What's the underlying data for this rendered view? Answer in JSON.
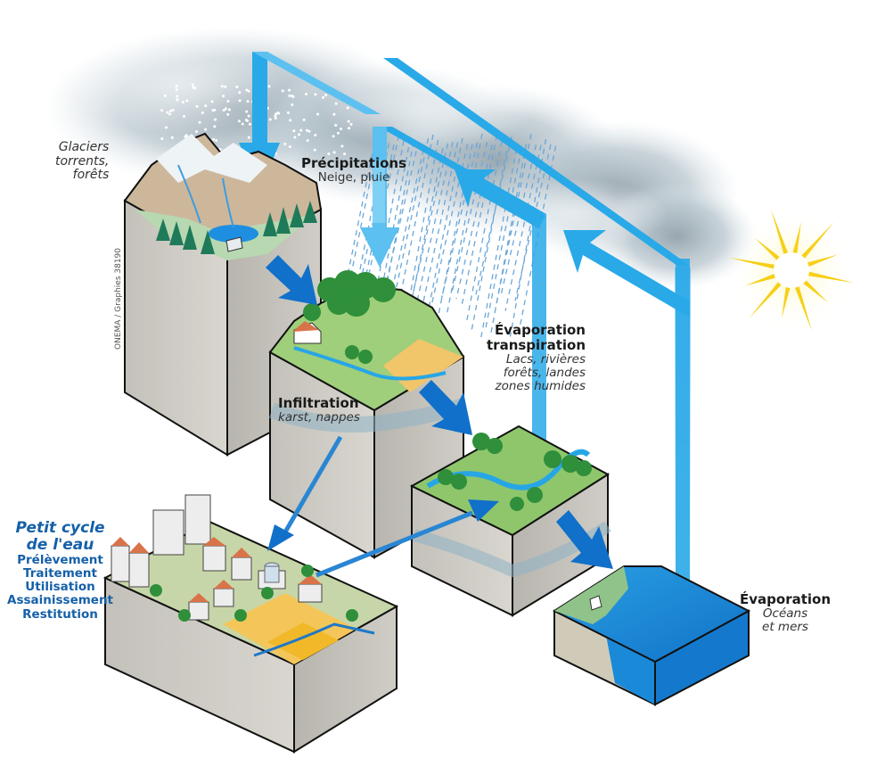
{
  "diagram": {
    "title": "Cycle de l'eau",
    "credit": "ONEMA / Graphies 38190",
    "labels": {
      "glaciers": {
        "line1": "Glaciers",
        "line2": "torrents,",
        "line3": "forêts"
      },
      "precipitations": {
        "title": "Précipitations",
        "subtitle": "Neige, pluie"
      },
      "evaporation_transpiration": {
        "title1": "Évaporation",
        "title2": "transpiration",
        "sub1": "Lacs, rivières",
        "sub2": "forêts, landes",
        "sub3": "zones humides"
      },
      "infiltration": {
        "title": "Infiltration",
        "subtitle": "karst, nappes"
      },
      "petit_cycle": {
        "heading1": "Petit cycle",
        "heading2": "de l'eau",
        "items": [
          "Prélèvement",
          "Traitement",
          "Utilisation",
          "Assainissement",
          "Restitution"
        ]
      },
      "evaporation_oceans": {
        "title": "Évaporation",
        "sub1": "Océans",
        "sub2": "et mers"
      }
    },
    "colors": {
      "arrow_light": "#29a9e8",
      "arrow_dark": "#0f6fc6",
      "petit_cycle_text": "#1560a8",
      "sun": "#f7cf17",
      "ocean": "#1b8fdc",
      "block_side": "#c9c7c0",
      "forest": "#2f8f3a"
    }
  }
}
